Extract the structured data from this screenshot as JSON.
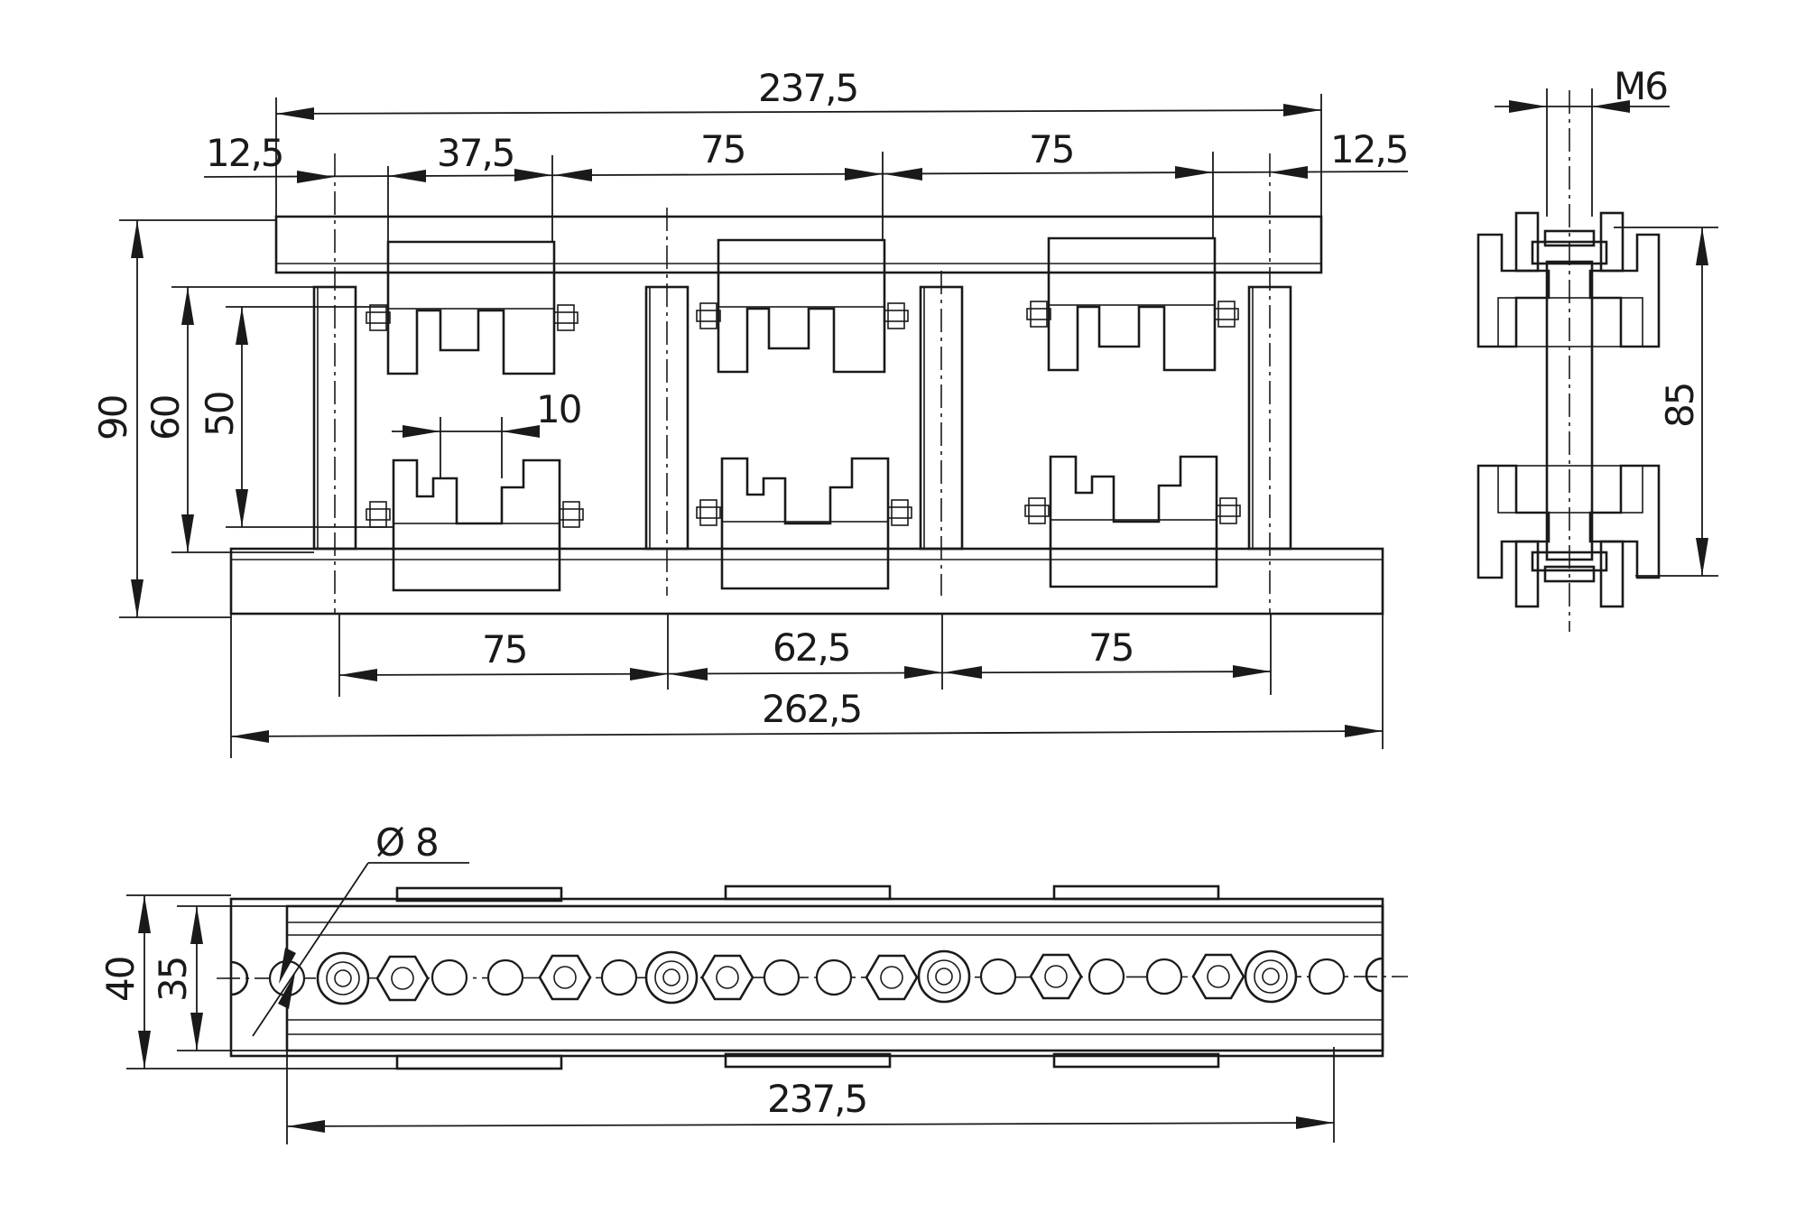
{
  "front_view": {
    "dims": {
      "overall_top": "237,5",
      "left_margin": "12,5",
      "first_pitch": "37,5",
      "pitch_a": "75",
      "pitch_b": "75",
      "right_margin": "12,5",
      "height_total": "90",
      "height_inner": "60",
      "height_clip": "50",
      "slot_width": "10",
      "bottom_a": "75",
      "bottom_b": "62,5",
      "bottom_c": "75",
      "overall_bottom": "262,5"
    }
  },
  "side_view": {
    "dims": {
      "thread": "M6",
      "height": "85"
    }
  },
  "plan_view": {
    "dims": {
      "hole_diameter": "8",
      "width_outer": "40",
      "width_inner": "35",
      "length": "237,5"
    },
    "diameter_symbol": "Ø"
  }
}
